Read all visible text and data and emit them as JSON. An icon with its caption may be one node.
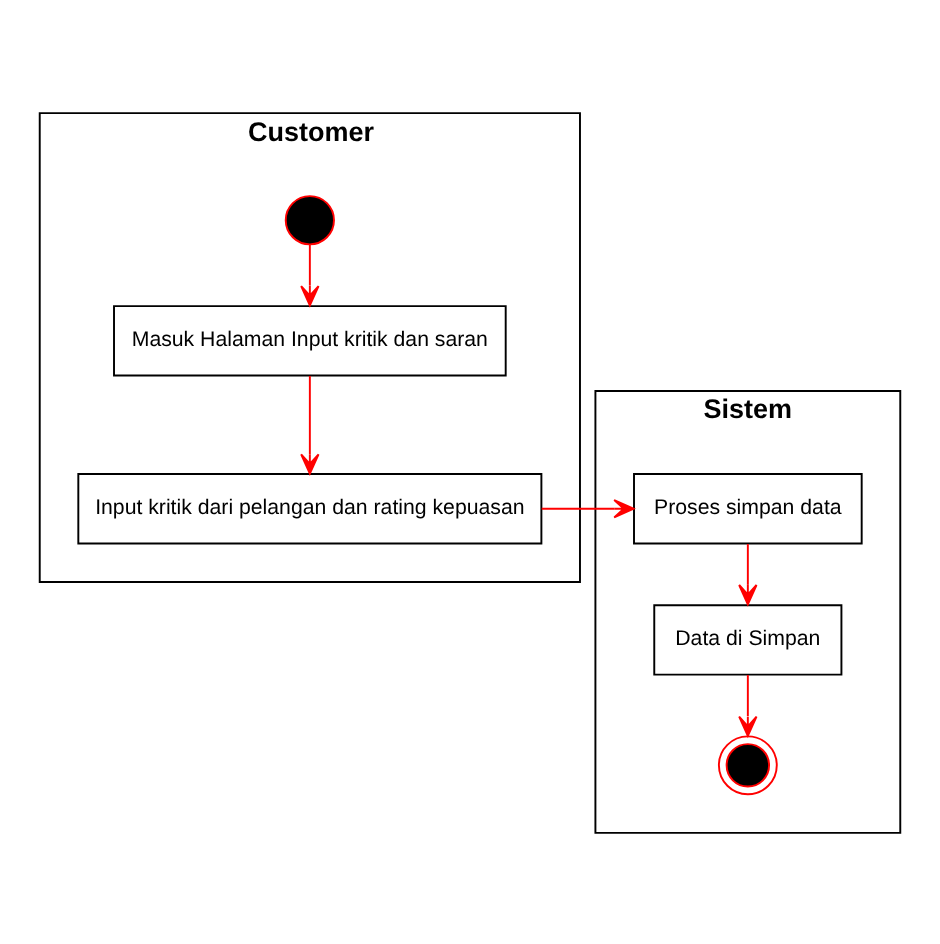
{
  "diagram": {
    "nodes": [
      {
        "text": [
          "Customer"
        ]
      },
      {
        "text": [
          "Sistem"
        ]
      },
      {
        "text": [],
        "shape": "circle",
        "in": 0
      },
      {
        "text": [
          "Masuk Halaman Input kritik dan saran"
        ],
        "in": 0
      },
      {
        "text": [
          "Input kritik dari pelangan dan rating kepuasan"
        ],
        "in": 0
      },
      {
        "text": [
          "Proses simpan data"
        ],
        "in": 1
      },
      {
        "text": [
          "Data di Simpan"
        ],
        "in": 1
      },
      {
        "text": [],
        "shape": "bullseye",
        "in": 1
      }
    ],
    "edges": [
      {
        "from": 2,
        "to": 3,
        "arrow": "to"
      },
      {
        "from": 3,
        "to": 4,
        "arrow": "to"
      },
      {
        "from": 4,
        "to": 5,
        "arrow": "to"
      },
      {
        "from": 5,
        "to": 6,
        "arrow": "to"
      },
      {
        "from": 6,
        "to": 7,
        "arrow": "to"
      }
    ]
  }
}
